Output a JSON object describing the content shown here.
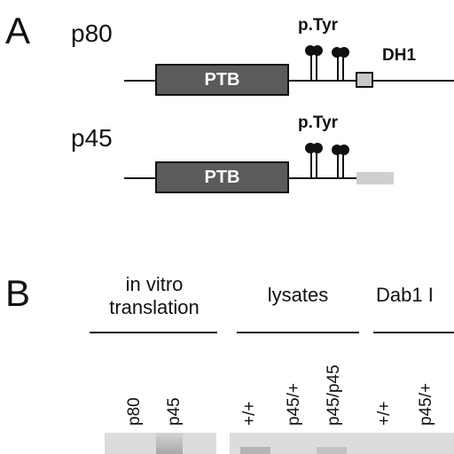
{
  "panel_a": {
    "letter": "A",
    "p80": {
      "name": "p80",
      "domain": "PTB",
      "ptyr": "p.Tyr",
      "dh1": "DH1"
    },
    "p45": {
      "name": "p45",
      "domain": "PTB",
      "ptyr": "p.Tyr"
    }
  },
  "panel_b": {
    "letter": "B",
    "groups": [
      {
        "line1": "in vitro",
        "line2": "translation"
      },
      {
        "line1": "lysates"
      },
      {
        "line1": "Dab1 I"
      }
    ],
    "lanes": [
      "p80",
      "p45",
      "+/+",
      "p45/+",
      "p45/p45",
      "+/+",
      "p45/+"
    ]
  },
  "colors": {
    "ptb_box": "#5b5b5b",
    "dh1_box": "#c8c8c8",
    "tail": "#cfcfcf",
    "blot": "#dcdcdc"
  }
}
